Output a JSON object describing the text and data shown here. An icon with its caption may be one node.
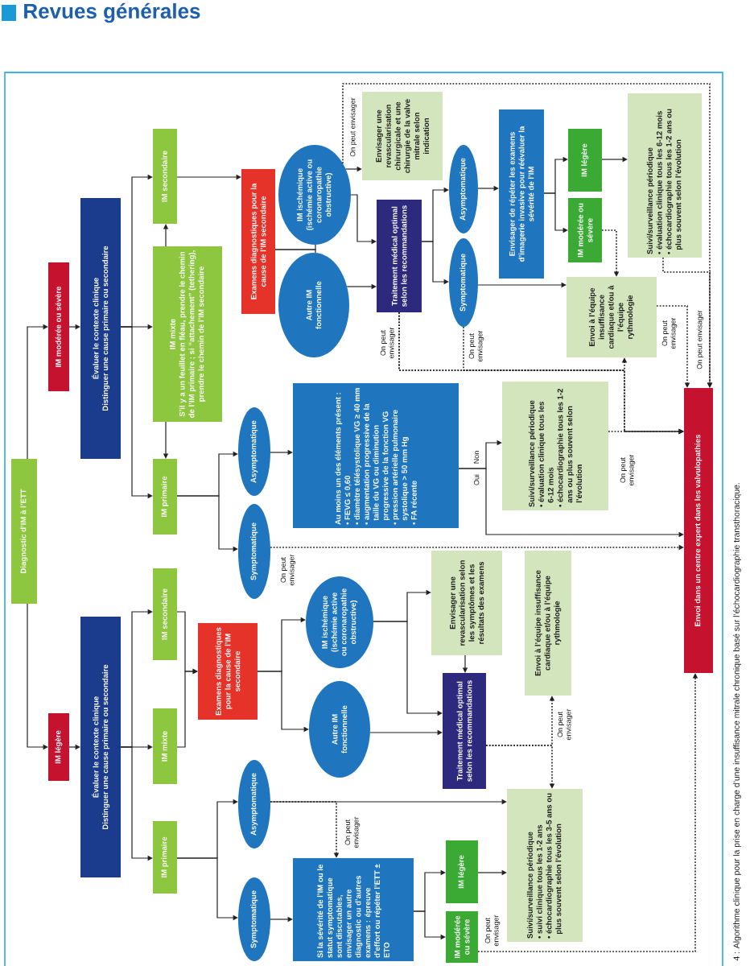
{
  "diagram": {
    "title": "Revues générales",
    "caption": "4 : Algorithme clinique pour la prise en charge d’une insuffisance mitrale chronique basé sur l’échocardiographie transthoracique.",
    "nodes": [
      {
        "text": [
          "Diagnostic d’IM à l’ETT"
        ]
      },
      {
        "text": [
          "IM modérée ou sévère"
        ]
      },
      {
        "text": [
          "Évaluer le contexte clinique",
          "Distinguer une cause primaire ou secondaire"
        ]
      },
      {
        "text": [
          "IM secondaire"
        ]
      },
      {
        "text": [
          "IM mixte",
          "S’il y a un feuillet en fléau, prendre le chemin de l’IM primaire ; si “attachement” (tethering), prendre le chemin de l’IM secondaire"
        ]
      },
      {
        "text": [
          "IM primaire"
        ]
      },
      {
        "text": [
          "Examens diagnostiques pour la cause de l’IM secondaire"
        ]
      },
      {
        "text": [
          "IM ischémique (ischémie active ou coronaropathie obstructive)"
        ]
      },
      {
        "text": [
          "Autre IM fonctionnelle"
        ]
      },
      {
        "text": [
          "Envisager une revascularisation chirurgicale et une chirurgie de la valve mitrale selon indication"
        ]
      },
      {
        "text": [
          "Traitement médical optimal selon les recommandations"
        ]
      },
      {
        "text": [
          "Asymptomatique"
        ]
      },
      {
        "text": [
          "Symptomatique"
        ]
      },
      {
        "text": [
          "Envisager de répéter les examens d’imagerie invasive pour réévaluer la sévérité de l’IM"
        ]
      },
      {
        "text": [
          "IM légère"
        ]
      },
      {
        "text": [
          "IM modérée ou sévère"
        ]
      },
      {
        "text": [
          "Suivi/surveillance périodique",
          "• évaluation clinique tous les 6-12 mois",
          "• échocardiographie tous les 1-2 ans ou plus souvent selon l’évolution"
        ]
      },
      {
        "text": [
          "Envoi à l’équipe insuffisance cardiaque et/ou à l’équipe rythmologie"
        ]
      },
      {
        "text": [
          "Asymptomatique"
        ]
      },
      {
        "text": [
          "Symptomatique"
        ]
      },
      {
        "text": [
          "Au moins un des éléments présent :",
          "• FEVG ≤ 0,60",
          "• diamètre télésystolique VG ≥ 40 mm",
          "• augmentation progressive de la taille du VG ou diminution progressive de la fonction VG",
          "• pression artérielle pulmonaire systolique > 50 mm Hg",
          "• FA récente"
        ]
      },
      {
        "text": [
          "Suivi/surveillance périodique",
          "• évaluation clinique tous les 6-12 mois",
          "• échocardiographie tous les 1-2 ans ou plus souvent selon l’évolution"
        ]
      },
      {
        "text": [
          "Envoi dans un centre expert dans les valvulopathies"
        ]
      },
      {
        "text": [
          "IM légère"
        ]
      },
      {
        "text": [
          "Évaluer le contexte clinique",
          "Distinguer une cause primaire ou secondaire"
        ]
      },
      {
        "text": [
          "IM secondaire"
        ]
      },
      {
        "text": [
          "IM mixte"
        ]
      },
      {
        "text": [
          "IM primaire"
        ]
      },
      {
        "text": [
          "Examens diagnostiques pour la cause de l’IM secondaire"
        ]
      },
      {
        "text": [
          "IM ischémique (ischémie active ou coronaropathie obstructive)"
        ]
      },
      {
        "text": [
          "Autre IM fonctionnelle"
        ]
      },
      {
        "text": [
          "Envisager une revascularisation selon les symptômes et les résultats des examens"
        ]
      },
      {
        "text": [
          "Traitement médical optimal selon les recommandations"
        ]
      },
      {
        "text": [
          "Envoi à l’équipe insuffisance cardiaque et/ou à l’équipe rythmologie"
        ]
      },
      {
        "text": [
          "Asymptomatique"
        ]
      },
      {
        "text": [
          "Symptomatique"
        ]
      },
      {
        "text": [
          "Si la sévérité de l’IM ou le statut symptomatique sont discutables, envisager un autre diagnostic ou d’autres examens : épreuve d’effort ou répéter l’ETT ± ETO"
        ]
      },
      {
        "text": [
          "IM légère"
        ]
      },
      {
        "text": [
          "IM modérée ou sévère"
        ]
      },
      {
        "text": [
          "Suivi/surveillance périodique",
          "• suivi clinique tous les 1-2 ans",
          "• échocardiographie tous les 3-5 ans ou plus souvent selon l’évolution"
        ]
      }
    ],
    "edges": [
      {
        "from": 0,
        "to": 1,
        "arrow": "to"
      },
      {
        "from": 0,
        "to": 23,
        "arrow": "to"
      },
      {
        "from": 1,
        "to": 2,
        "arrow": "to"
      },
      {
        "from": 2,
        "to": 3,
        "arrow": "to"
      },
      {
        "from": 2,
        "to": 4,
        "arrow": "to"
      },
      {
        "from": 2,
        "to": 5,
        "arrow": "to"
      },
      {
        "from": 4,
        "to": 3,
        "arrow": "to"
      },
      {
        "from": 4,
        "to": 5,
        "arrow": "to"
      },
      {
        "from": 3,
        "to": 6,
        "arrow": "to"
      },
      {
        "from": 6,
        "to": 7,
        "arrow": "none"
      },
      {
        "from": 6,
        "to": 8,
        "arrow": "none"
      },
      {
        "from": 7,
        "to": 9,
        "arrow": "to"
      },
      {
        "from": 7,
        "to": 10,
        "arrow": "to"
      },
      {
        "from": 8,
        "to": 10,
        "arrow": "to"
      },
      {
        "from": 7,
        "to": 22,
        "arrow": "to",
        "style": "dashed",
        "label": "On peut envisager"
      },
      {
        "from": 10,
        "to": 11,
        "arrow": "to"
      },
      {
        "from": 10,
        "to": 12,
        "arrow": "to"
      },
      {
        "from": 11,
        "to": 13,
        "arrow": "to"
      },
      {
        "from": 13,
        "to": 14,
        "arrow": "to"
      },
      {
        "from": 13,
        "to": 15,
        "arrow": "to"
      },
      {
        "from": 14,
        "to": 16,
        "arrow": "to"
      },
      {
        "from": 12,
        "to": 17,
        "arrow": "to"
      },
      {
        "from": 10,
        "to": 22,
        "arrow": "to",
        "style": "dashed",
        "label": "On peut envisager"
      },
      {
        "from": 10,
        "to": 17,
        "arrow": "to",
        "style": "dashed"
      },
      {
        "from": 12,
        "to": 22,
        "arrow": "to",
        "style": "dashed",
        "label": "On peut envisager"
      },
      {
        "from": 15,
        "to": 17,
        "arrow": "to",
        "style": "dashed"
      },
      {
        "from": 16,
        "to": 22,
        "arrow": "to",
        "style": "dashed",
        "label": "On peut envisager"
      },
      {
        "from": 5,
        "to": 18,
        "arrow": "to"
      },
      {
        "from": 5,
        "to": 19,
        "arrow": "to"
      },
      {
        "from": 18,
        "to": 20,
        "arrow": "to"
      },
      {
        "from": 20,
        "to": 21,
        "arrow": "to",
        "label": "Non"
      },
      {
        "from": 20,
        "to": 22,
        "arrow": "to",
        "label": "Oui"
      },
      {
        "from": 19,
        "to": 22,
        "arrow": "to",
        "style": "dashed",
        "label": "On peut envisager"
      },
      {
        "from": 21,
        "to": 22,
        "arrow": "to",
        "style": "dashed",
        "label": "On peut envisager"
      },
      {
        "from": 23,
        "to": 24,
        "arrow": "to"
      },
      {
        "from": 24,
        "to": 25,
        "arrow": "to"
      },
      {
        "from": 24,
        "to": 26,
        "arrow": "to"
      },
      {
        "from": 24,
        "to": 27,
        "arrow": "to"
      },
      {
        "from": 25,
        "to": 28,
        "arrow": "to"
      },
      {
        "from": 26,
        "to": 28,
        "arrow": "to"
      },
      {
        "from": 28,
        "to": 29,
        "arrow": "to"
      },
      {
        "from": 28,
        "to": 30,
        "arrow": "to"
      },
      {
        "from": 29,
        "to": 31,
        "arrow": "to"
      },
      {
        "from": 29,
        "to": 32,
        "arrow": "to"
      },
      {
        "from": 30,
        "to": 32,
        "arrow": "to"
      },
      {
        "from": 31,
        "to": 32,
        "arrow": "to"
      },
      {
        "from": 32,
        "to": 33,
        "arrow": "to",
        "style": "dashed",
        "label": "On peut envisager"
      },
      {
        "from": 32,
        "to": 39,
        "arrow": "to",
        "style": "dashed"
      },
      {
        "from": 27,
        "to": 34,
        "arrow": "to"
      },
      {
        "from": 27,
        "to": 35,
        "arrow": "to"
      },
      {
        "from": 34,
        "to": 39,
        "arrow": "to"
      },
      {
        "from": 34,
        "to": 36,
        "arrow": "to",
        "style": "dashed",
        "label": "On peut envisager"
      },
      {
        "from": 35,
        "to": 36,
        "arrow": "to"
      },
      {
        "from": 36,
        "to": 37,
        "arrow": "to"
      },
      {
        "from": 36,
        "to": 38,
        "arrow": "to"
      },
      {
        "from": 37,
        "to": 39,
        "arrow": "to"
      },
      {
        "from": 38,
        "to": 22,
        "arrow": "to",
        "style": "dashed",
        "label": "On peut envisager"
      },
      {
        "from": 17,
        "to": 22,
        "arrow": "to",
        "style": "dashed",
        "label": "On peut envisager"
      }
    ]
  }
}
